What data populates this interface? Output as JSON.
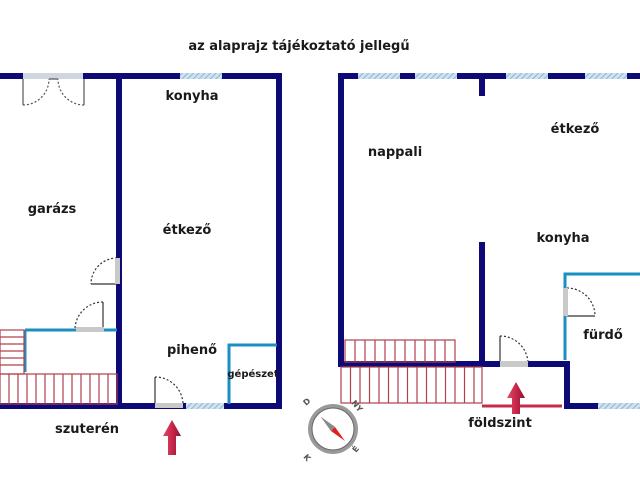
{
  "title": "az alaprajz tájékoztató jellegű",
  "floors": {
    "basement": {
      "label": "szuterén",
      "rooms": {
        "garage": "garázs",
        "kitchen": "konyha",
        "dining": "étkező",
        "landing": "pihenő",
        "mechanical": "gépészet"
      }
    },
    "ground": {
      "label": "földszint",
      "rooms": {
        "living": "nappali",
        "dining": "étkező",
        "kitchen": "konyha",
        "bathroom": "fürdő"
      }
    }
  },
  "compass": {
    "icon": "compass-icon",
    "letters": [
      "D",
      "NY",
      "É",
      "K"
    ]
  },
  "colors": {
    "wall": "#0d0a78",
    "partition": "#1a8fc4",
    "window": "#a8c8e0",
    "stairs": "#b0404a",
    "entry_arrow": "#c8284a"
  }
}
